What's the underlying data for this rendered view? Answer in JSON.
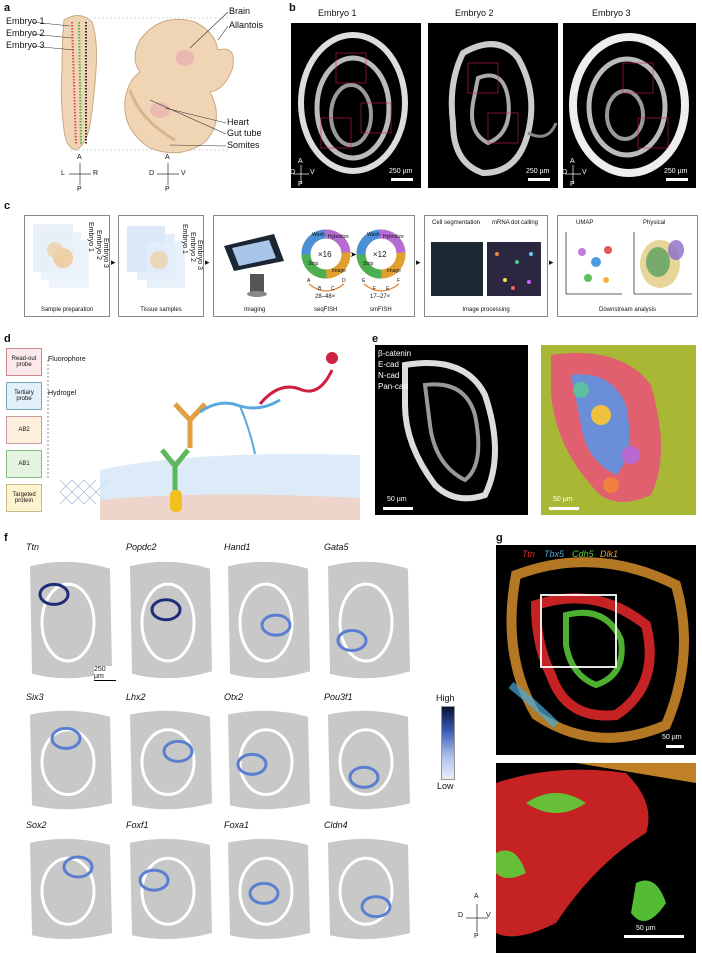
{
  "panels": {
    "a": {
      "letter": "a",
      "embryo_labels": [
        "Embryo 1",
        "Embryo 2",
        "Embryo 3"
      ],
      "anatomy_labels": [
        "Brain",
        "Allantois",
        "Heart",
        "Gut tube",
        "Somites"
      ],
      "axis1": {
        "top": "A",
        "left": "L",
        "right": "R",
        "bottom": "P"
      },
      "axis2": {
        "top": "A",
        "left": "D",
        "right": "V",
        "bottom": "P"
      }
    },
    "b": {
      "letter": "b",
      "titles": [
        "Embryo 1",
        "Embryo 2",
        "Embryo 3"
      ],
      "scale": "250 µm",
      "axis": {
        "top": "A",
        "left": "D",
        "right": "V",
        "bottom": "P"
      }
    },
    "c": {
      "letter": "c",
      "captions": [
        "Sample preparation",
        "Tissue samples",
        "Imaging",
        "seqFISH",
        "smFISH",
        "Image processing",
        "Downstream analysis"
      ],
      "embryo_tags": [
        "Embryo 1",
        "Embryo 2",
        "Embryo 3"
      ],
      "cycle_left": {
        "center": "×16",
        "arc": [
          "Wash",
          "Hybridize",
          "Image",
          "Strip"
        ],
        "range": "28–48×",
        "letters": [
          "A",
          "B",
          "C",
          "D"
        ]
      },
      "cycle_right": {
        "center": "×12",
        "arc": [
          "Wash",
          "Hybridize",
          "Image",
          "Strip"
        ],
        "range": "17–27×",
        "letters": [
          "E",
          "F",
          "E",
          "F"
        ]
      },
      "proc_titles": [
        "Cell segmentation",
        "mRNA dot calling"
      ],
      "down_titles": [
        "UMAP",
        "Physical"
      ]
    },
    "d": {
      "letter": "d",
      "stack": [
        "Read-out probe",
        "Tertiary probe",
        "AB2",
        "AB1",
        "Targeted protein"
      ],
      "side": [
        "Fluorophore",
        "Hydrogel"
      ]
    },
    "e": {
      "letter": "e",
      "markers": [
        "β-catenin",
        "E-cad",
        "N-cad",
        "Pan-cad"
      ],
      "scale": "50 µm"
    },
    "f": {
      "letter": "f",
      "genes": [
        "Ttn",
        "Popdc2",
        "Hand1",
        "Gata5",
        "Six3",
        "Lhx2",
        "Otx2",
        "Pou3f1",
        "Sox2",
        "Foxf1",
        "Foxa1",
        "Cldn4"
      ],
      "scale": "250 µm",
      "legend_high": "High",
      "legend_low": "Low",
      "axis": {
        "top": "A",
        "left": "D",
        "right": "V",
        "bottom": "P"
      }
    },
    "g": {
      "letter": "g",
      "genes": [
        {
          "name": "Ttn",
          "color": "#e8282a"
        },
        {
          "name": "Tbx5",
          "color": "#4aa8d8"
        },
        {
          "name": "Cdh5",
          "color": "#5ccf3a"
        },
        {
          "name": "Dlk1",
          "color": "#f0a030"
        }
      ],
      "scale": "50 µm"
    }
  }
}
